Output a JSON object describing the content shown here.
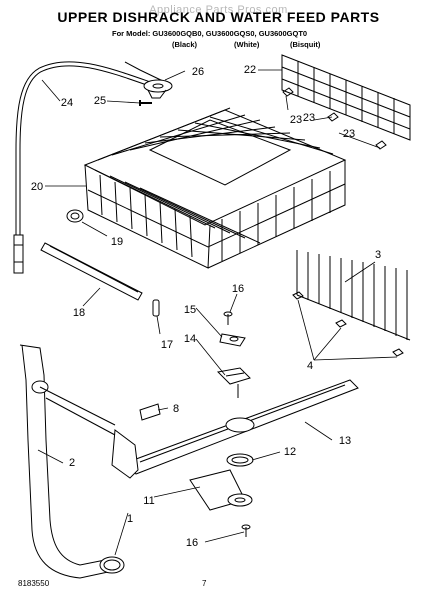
{
  "header": {
    "title": "UPPER DISHRACK AND WATER FEED PARTS",
    "watermark": "Appliance Parts Pros.com",
    "models_line": "For Model: GU3600GQB0, GU3600GQS0, GU3600GQT0",
    "colors": [
      "(Black)",
      "(White)",
      "(Bisquit)"
    ]
  },
  "callouts": [
    "1",
    "2",
    "3",
    "4",
    "8",
    "11",
    "12",
    "13",
    "14",
    "15",
    "16",
    "16",
    "17",
    "18",
    "19",
    "20",
    "22",
    "23",
    "23",
    "23",
    "24",
    "25",
    "26"
  ],
  "footer": {
    "doc_number": "8183550",
    "page_number": "7"
  }
}
